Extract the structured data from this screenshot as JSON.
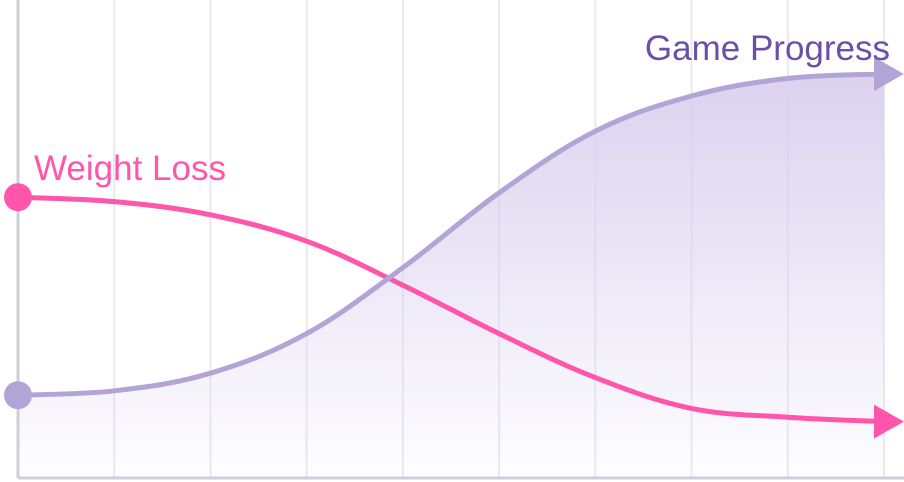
{
  "colors": {
    "background": "#ffffff",
    "grid": "#e9e9ef",
    "axis": "#cfcfd8",
    "weight_loss": "#ff55aa",
    "game_progress_line": "#b3a4d6",
    "game_progress_fill": "#d9d0ee",
    "game_progress_label": "#6c4fa8"
  },
  "chart_data": {
    "type": "line",
    "title": "",
    "xlabel": "",
    "ylabel": "",
    "grid": true,
    "x_gridlines": 9,
    "x": [
      0,
      1,
      2,
      3,
      4,
      5,
      6,
      7,
      8,
      9
    ],
    "xlim": [
      0,
      9
    ],
    "ylim": [
      0,
      1
    ],
    "series": [
      {
        "name": "Weight Loss",
        "color": "#ff55aa",
        "start_marker": "circle",
        "end_marker": "arrow",
        "fill": false,
        "values": [
          0.62,
          0.61,
          0.58,
          0.52,
          0.42,
          0.31,
          0.21,
          0.14,
          0.12,
          0.11
        ]
      },
      {
        "name": "Game Progress",
        "color": "#b3a4d6",
        "start_marker": "circle",
        "end_marker": "arrow",
        "fill": true,
        "values": [
          0.17,
          0.18,
          0.22,
          0.31,
          0.46,
          0.63,
          0.77,
          0.85,
          0.89,
          0.9
        ]
      }
    ]
  }
}
